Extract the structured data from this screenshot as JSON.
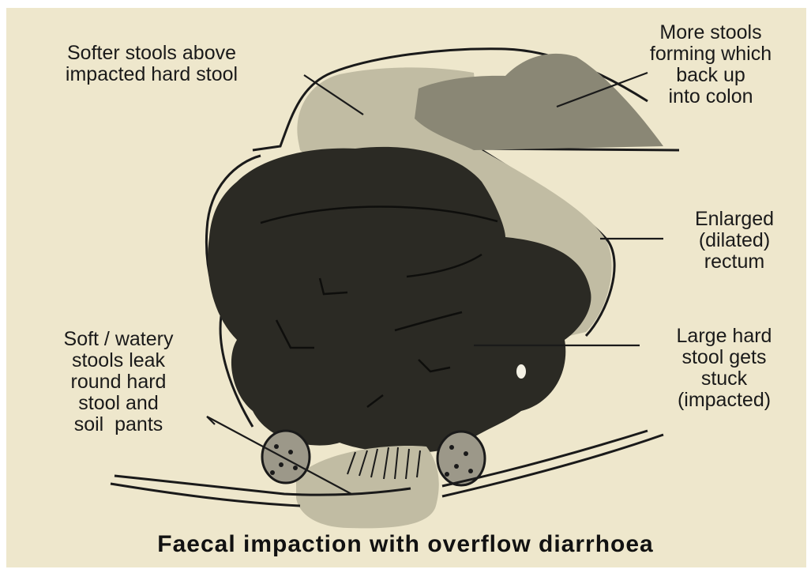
{
  "labels": {
    "softer_stools": [
      "Softer stools above",
      "impacted hard stool"
    ],
    "more_stools": [
      "More stools",
      "forming which",
      "back up",
      "into colon"
    ],
    "enlarged_rectum": [
      "Enlarged",
      "(dilated)",
      "rectum"
    ],
    "large_hard_stool": [
      "Large hard",
      "stool gets",
      "stuck",
      "(impacted)"
    ],
    "soft_watery": [
      "Soft / watery",
      "stools leak",
      "round hard",
      "stool and",
      "soil  pants"
    ]
  },
  "caption": "Faecal impaction with overflow diarrhoea",
  "colors": {
    "background": "#eee7cc",
    "soft_stool": "#c1bca3",
    "backed_up_stool": "#8a8775",
    "hard_stool": "#2b2a24",
    "outline": "#1a1a1a"
  }
}
